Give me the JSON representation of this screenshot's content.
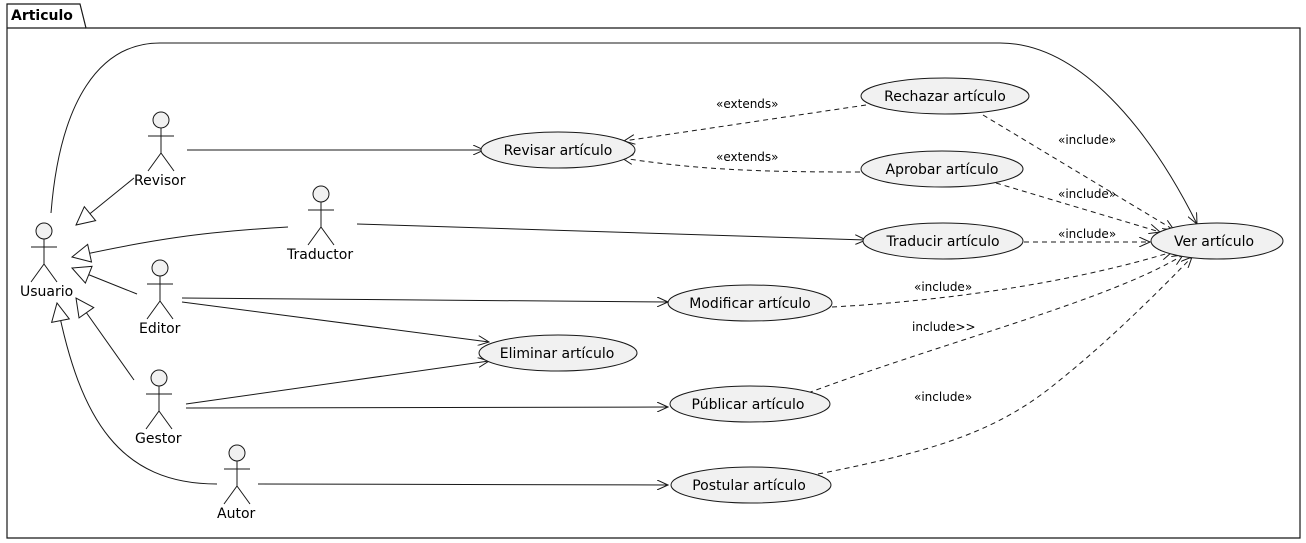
{
  "package": {
    "title": "Articulo"
  },
  "actors": {
    "usuario": "Usuario",
    "revisor": "Revisor",
    "traductor": "Traductor",
    "editor": "Editor",
    "gestor": "Gestor",
    "autor": "Autor"
  },
  "use_cases": {
    "revisar": "Revisar artículo",
    "rechazar": "Rechazar artículo",
    "aprobar": "Aprobar artículo",
    "traducir": "Traducir artículo",
    "ver": "Ver artículo",
    "modificar": "Modificar artículo",
    "eliminar": "Eliminar artículo",
    "publicar": "Públicar artículo",
    "postular": "Postular artículo"
  },
  "relation_labels": {
    "rechazar_revisar": "«extends»",
    "aprobar_revisar": "«extends»",
    "rechazar_ver": "«include»",
    "aprobar_ver": "«include»",
    "traducir_ver": "«include»",
    "modificar_ver": "«include»",
    "publicar_ver": "include>>",
    "postular_ver": "«include»"
  },
  "colors": {
    "fill": "#f1f1f1",
    "stroke": "#181818",
    "background": "#ffffff"
  }
}
